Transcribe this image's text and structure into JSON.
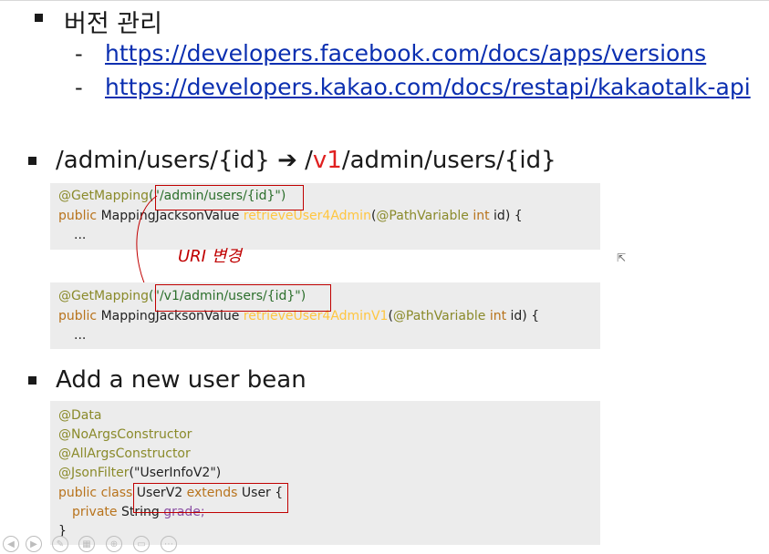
{
  "bullet1": {
    "title": "버전 관리",
    "dash": "-",
    "links": [
      "https://developers.facebook.com/docs/apps/versions",
      "https://developers.kakao.com/docs/restapi/kakaotalk-api"
    ]
  },
  "bullet2": {
    "prefix": "/admin/users/{id} ",
    "arrow": "➔",
    "mid": " /",
    "version": "v1",
    "suffix": "/admin/users/{id}"
  },
  "code1": {
    "l1_ann": "@GetMapping",
    "l1_str": "(\"/admin/users/{id}\")",
    "l2_kw": "public",
    "l2_type": " MappingJacksonValue ",
    "l2_fn": "retrieveUser4Admin",
    "l2_p1": "(",
    "l2_ann": "@PathVariable",
    "l2_sp": " ",
    "l2_kw2": "int",
    "l2_rest": " id) {",
    "l3": "..."
  },
  "annotation": {
    "label": "URI 변경"
  },
  "code2": {
    "l1_ann": "@GetMapping",
    "l1_str": "(\"/v1/admin/users/{id}\")",
    "l2_kw": "public",
    "l2_type": " MappingJacksonValue ",
    "l2_fn": "retrieveUser4AdminV1",
    "l2_p1": "(",
    "l2_ann": "@PathVariable",
    "l2_sp": " ",
    "l2_kw2": "int",
    "l2_rest": " id) {",
    "l3": "..."
  },
  "bullet3": {
    "title": "Add a new user bean"
  },
  "code3": {
    "l1": "@Data",
    "l2": "@NoArgsConstructor",
    "l3": "@AllArgsConstructor",
    "l4_ann": "@JsonFilter",
    "l4_str": "(\"UserInfoV2\")",
    "l5_kw": "public class",
    "l5_cls": "UserV2",
    "l5_kw2": "extends",
    "l5_rest": "User {",
    "l6_kw": "private",
    "l6_type": " String ",
    "l6_fld": "grade;",
    "l7": "}"
  },
  "colors": {
    "link": "#0b2fb0",
    "highlight_red": "#e02020",
    "box_red": "#c00000",
    "annotation": "#8a8a2a",
    "keyword": "#b8731c",
    "method": "#ffc640",
    "string": "#2b6e2b",
    "field": "#8a4fa3",
    "code_bg": "#ececec"
  },
  "toolbar": {
    "icons": [
      "prev-slide-icon",
      "next-slide-icon",
      "pen-icon",
      "slides-grid-icon",
      "zoom-icon",
      "subtitle-icon",
      "more-options-icon"
    ]
  }
}
